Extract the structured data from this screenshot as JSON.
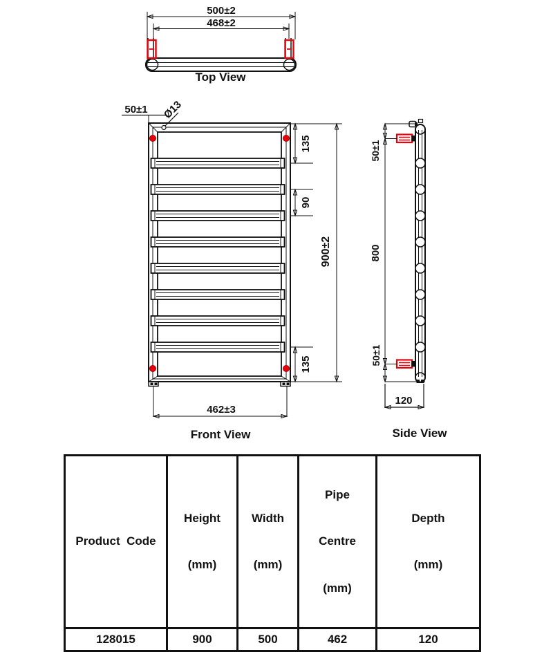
{
  "views": {
    "top": {
      "label": "Top View",
      "dims": {
        "overall_width": "500±2",
        "bracket_centres": "468±2"
      }
    },
    "front": {
      "label": "Front View",
      "rail_count": 8,
      "dims": {
        "bracket_side_offset": "50±1",
        "hole_diameter": "Ø13",
        "top_rail_offset": "135",
        "rail_pitch": "90",
        "overall_height": "900±2",
        "bottom_rail_offset": "135",
        "pipe_centres": "462±3"
      }
    },
    "side": {
      "label": "Side View",
      "dims": {
        "top_bracket_offset": "50±1",
        "bracket_spacing": "800",
        "bottom_bracket_offset": "50±1",
        "depth": "120"
      }
    }
  },
  "table": {
    "headers": [
      {
        "lines": [
          "Product  Code"
        ]
      },
      {
        "lines": [
          "Height",
          "(mm)"
        ]
      },
      {
        "lines": [
          "Width",
          "(mm)"
        ]
      },
      {
        "lines": [
          "Pipe",
          "Centre",
          "(mm)"
        ]
      },
      {
        "lines": [
          "Depth",
          "(mm)"
        ]
      }
    ],
    "row": [
      "128015",
      "900",
      "500",
      "462",
      "120"
    ]
  },
  "colors": {
    "line": "#111111",
    "accent_red": "#e8000d"
  }
}
